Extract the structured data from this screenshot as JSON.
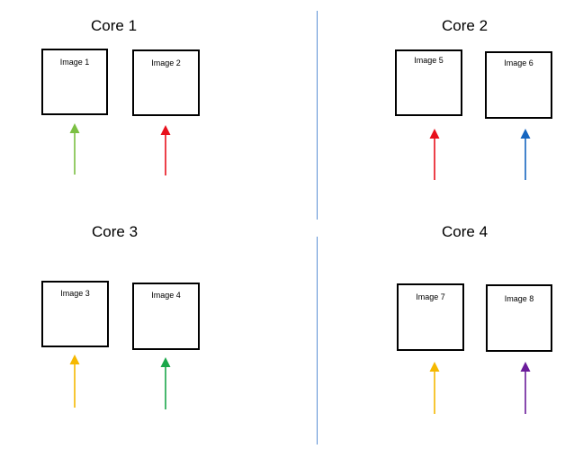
{
  "colors": {
    "divider": "#5b8fd4",
    "box_border": "#000000",
    "light_green": "#7bc043",
    "red": "#e8101c",
    "blue": "#1565c0",
    "yellow": "#f5b800",
    "green": "#1aa74a",
    "purple": "#6a1b9a"
  },
  "cores": [
    {
      "title": "Core 1",
      "images": [
        {
          "label": "Image 1",
          "arrow_color": "#7bc043"
        },
        {
          "label": "Image 2",
          "arrow_color": "#e8101c"
        }
      ]
    },
    {
      "title": "Core 2",
      "images": [
        {
          "label": "Image 5",
          "arrow_color": "#e8101c"
        },
        {
          "label": "Image 6",
          "arrow_color": "#1565c0"
        }
      ]
    },
    {
      "title": "Core 3",
      "images": [
        {
          "label": "Image 3",
          "arrow_color": "#f5b800"
        },
        {
          "label": "Image 4",
          "arrow_color": "#1aa74a"
        }
      ]
    },
    {
      "title": "Core 4",
      "images": [
        {
          "label": "Image 7",
          "arrow_color": "#f5b800"
        },
        {
          "label": "Image 8",
          "arrow_color": "#6a1b9a"
        }
      ]
    }
  ]
}
